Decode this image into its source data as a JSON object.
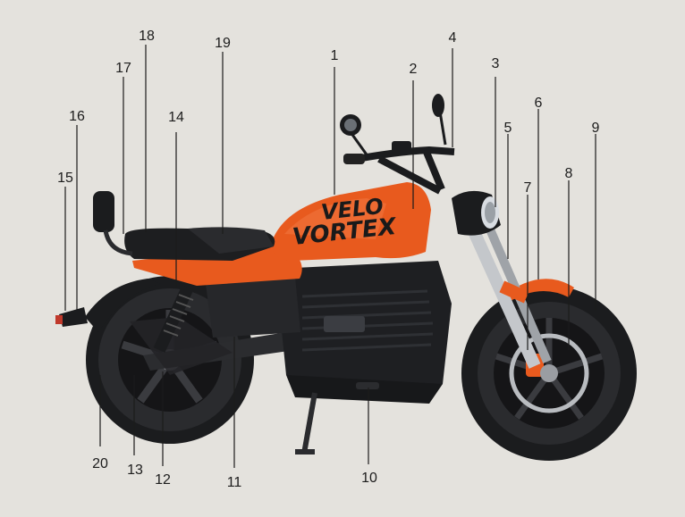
{
  "motorcycle": {
    "tank_brand_line1": "VELO",
    "tank_brand_line2": "VORTEX",
    "colors": {
      "body": "#e85a1e",
      "dark": "#1b1c1e",
      "chrome": "#b9bcc0",
      "background": "#e4e2dd"
    }
  },
  "callouts": [
    {
      "num": "1"
    },
    {
      "num": "2"
    },
    {
      "num": "3"
    },
    {
      "num": "4"
    },
    {
      "num": "5"
    },
    {
      "num": "6"
    },
    {
      "num": "7"
    },
    {
      "num": "8"
    },
    {
      "num": "9"
    },
    {
      "num": "10"
    },
    {
      "num": "11"
    },
    {
      "num": "12"
    },
    {
      "num": "13"
    },
    {
      "num": "14"
    },
    {
      "num": "15"
    },
    {
      "num": "16"
    },
    {
      "num": "17"
    },
    {
      "num": "18"
    },
    {
      "num": "19"
    },
    {
      "num": "20"
    }
  ]
}
